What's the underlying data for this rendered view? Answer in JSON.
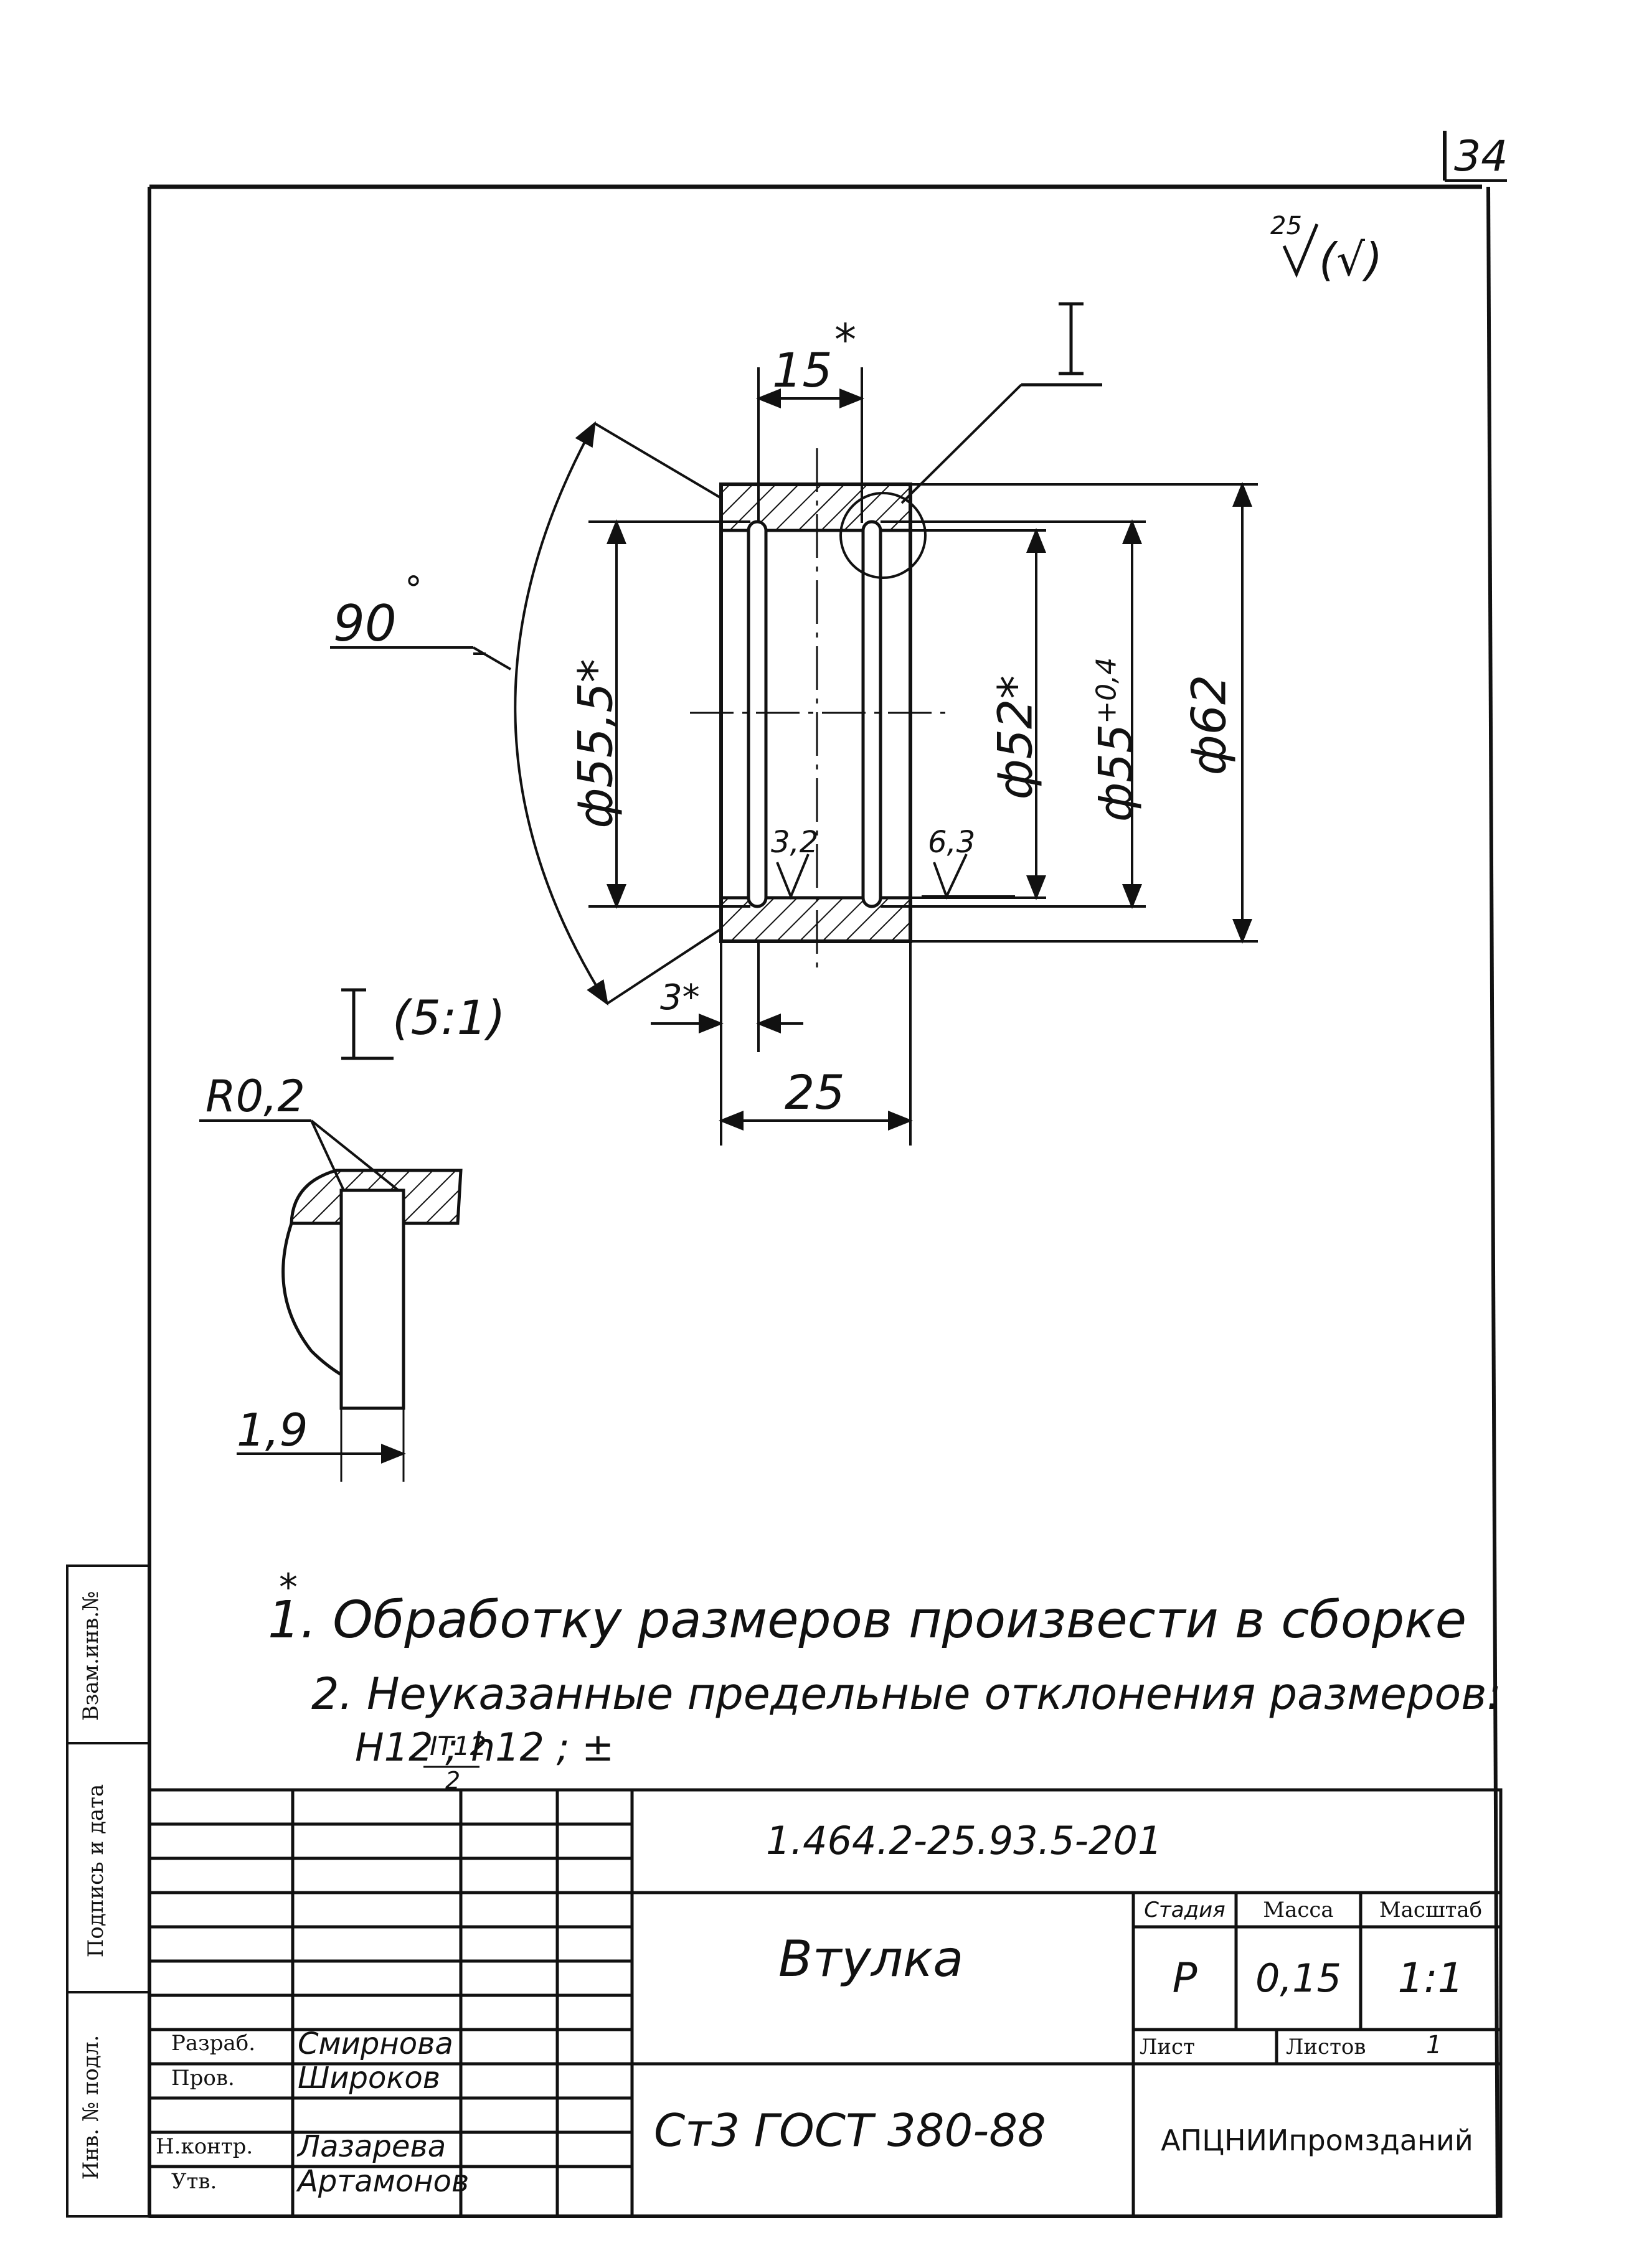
{
  "page_number": "34",
  "roughness": {
    "global_value": "25",
    "global_paren": "(√)",
    "inner": "3,2",
    "outer": "6,3"
  },
  "dimensions": {
    "width_top": "15",
    "width_top_star": "*",
    "angle": "90",
    "angle_unit": "°",
    "d_55_5": "ф55,5",
    "d_55_5_star": "*",
    "d_52": "ф52",
    "d_52_star": "*",
    "d_55": "ф55",
    "d_55_tol": "+0,4",
    "d_62": "ф62",
    "chamfer": "3*",
    "length": "25",
    "radius": "R0,2",
    "groove": "1,9"
  },
  "detail": {
    "marker": "I",
    "scale": "(5:1)"
  },
  "notes": {
    "star": "*",
    "line1": "1. Обработку размеров произвести в сборке",
    "line2": "2. Неуказанные предельные отклонения размеров:",
    "line3": "H12 ; h12 ; ±",
    "frac_num": "IT12",
    "frac_den": "2"
  },
  "side_stamp": {
    "vzam": "Взам.инв.№",
    "podpis": "Подпись и дата",
    "inv": "Инв. № подл."
  },
  "title_block": {
    "designation": "1.464.2-25.93.5-201",
    "name": "Втулка",
    "material": "Ст3   ГОСТ 380-88",
    "stage_label": "Стадия",
    "mass_label": "Масса",
    "scale_label": "Масштаб",
    "stage": "Р",
    "mass": "0,15",
    "scale": "1:1",
    "sheet_label": "Лист",
    "sheets_label": "Листов",
    "sheets_value": "1",
    "org": "АПЦНИИпромзданий",
    "roles": [
      {
        "role": "Разраб.",
        "name": "Смирнова"
      },
      {
        "role": "Пров.",
        "name": "Широков"
      },
      {
        "role": "Н.контр.",
        "name": "Лазарева"
      },
      {
        "role": "Утв.",
        "name": "Артамонов"
      }
    ]
  }
}
